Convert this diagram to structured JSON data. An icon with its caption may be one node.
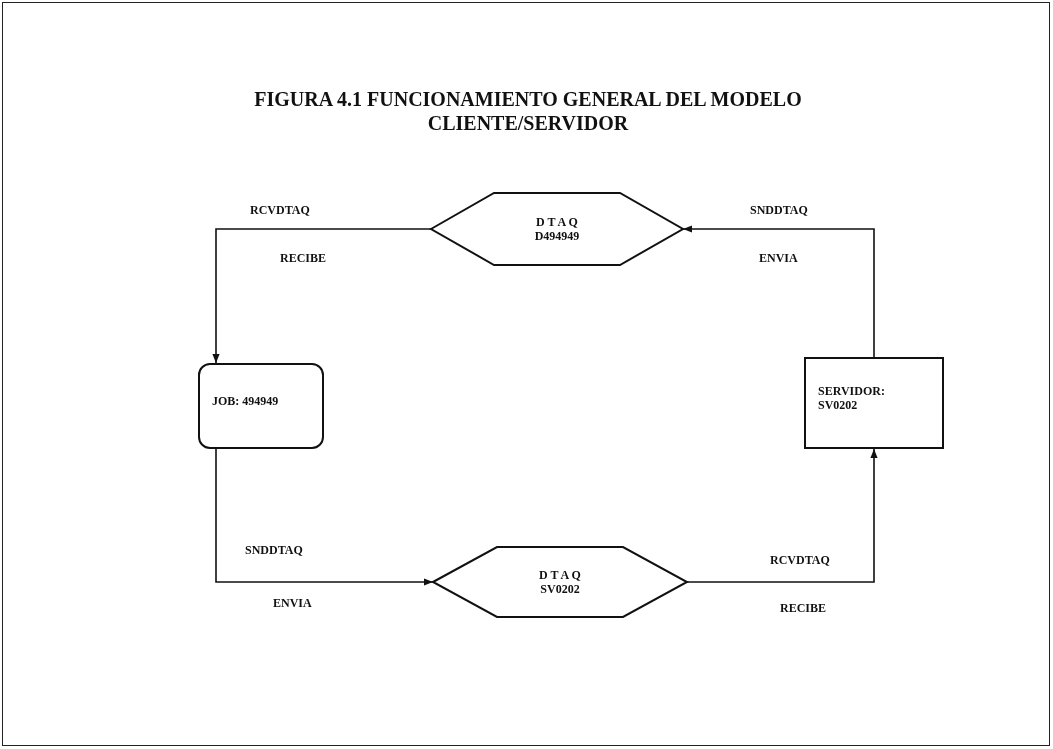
{
  "diagram": {
    "title": "FIGURA 4.1 FUNCIONAMIENTO GENERAL DEL MODELO CLIENTE/SERVIDOR",
    "nodes": [
      {
        "text": [
          "D T A Q",
          "D494949"
        ]
      },
      {
        "text": [
          "JOB: 494949"
        ]
      },
      {
        "text": [
          "SERVIDOR: SV0202"
        ]
      },
      {
        "text": [
          "D T A Q",
          "SV0202"
        ]
      }
    ],
    "edges": [
      {
        "from": 0,
        "to": 1,
        "arrow": "to",
        "label": "RCVDTAQ"
      },
      {
        "from": 1,
        "to": 3,
        "arrow": "to",
        "label": "SNDDTAQ"
      },
      {
        "from": 3,
        "to": 2,
        "arrow": "to",
        "label": "RCVDTAQ"
      },
      {
        "from": 2,
        "to": 0,
        "arrow": "to",
        "label": "SNDDTAQ"
      }
    ],
    "labels": [
      "RECIBE",
      "ENVIA",
      "ENVIA",
      "RECIBE"
    ]
  }
}
